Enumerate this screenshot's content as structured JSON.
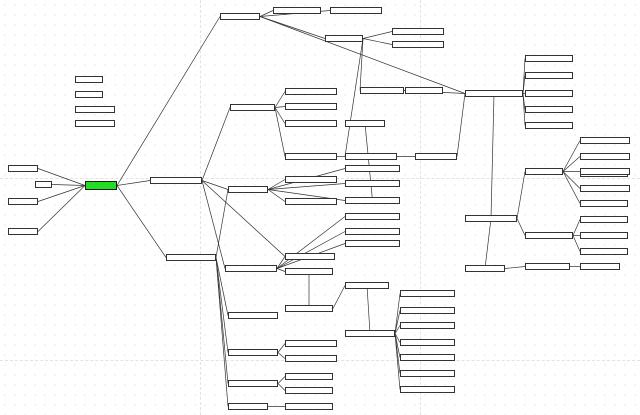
{
  "diagram": {
    "root_color": "#22dd22",
    "nodes": [
      {
        "id": "root",
        "label": "",
        "root": true
      },
      {
        "id": "l1",
        "label": ""
      },
      {
        "id": "l2",
        "label": ""
      },
      {
        "id": "l3",
        "label": ""
      },
      {
        "id": "l4",
        "label": ""
      },
      {
        "id": "u1",
        "label": ""
      },
      {
        "id": "u2",
        "label": ""
      },
      {
        "id": "u3",
        "label": ""
      },
      {
        "id": "u4",
        "label": ""
      },
      {
        "id": "hr",
        "label": ""
      },
      {
        "id": "hr1",
        "label": ""
      },
      {
        "id": "hr2",
        "label": ""
      },
      {
        "id": "hr3",
        "label": ""
      },
      {
        "id": "hr3a",
        "label": ""
      },
      {
        "id": "hr3b",
        "label": ""
      },
      {
        "id": "mid",
        "label": ""
      },
      {
        "id": "midb",
        "label": ""
      },
      {
        "id": "s1",
        "label": ""
      },
      {
        "id": "s2",
        "label": ""
      },
      {
        "id": "s3",
        "label": ""
      },
      {
        "id": "s4",
        "label": ""
      },
      {
        "id": "s5",
        "label": ""
      },
      {
        "id": "s6",
        "label": ""
      },
      {
        "id": "s7",
        "label": ""
      },
      {
        "id": "s8",
        "label": ""
      },
      {
        "id": "s9",
        "label": ""
      },
      {
        "id": "c1",
        "label": ""
      },
      {
        "id": "c1a",
        "label": ""
      },
      {
        "id": "c2",
        "label": ""
      },
      {
        "id": "c3",
        "label": ""
      },
      {
        "id": "bus",
        "label": ""
      },
      {
        "id": "bus2",
        "label": ""
      },
      {
        "id": "bus3",
        "label": ""
      },
      {
        "id": "big",
        "label": ""
      },
      {
        "id": "big1",
        "label": ""
      },
      {
        "id": "big2",
        "label": ""
      },
      {
        "id": "big3",
        "label": ""
      },
      {
        "id": "big4",
        "label": ""
      },
      {
        "id": "big5",
        "label": ""
      },
      {
        "id": "grp1",
        "label": ""
      },
      {
        "id": "grp2",
        "label": ""
      },
      {
        "id": "grp2a",
        "label": ""
      },
      {
        "id": "g1",
        "label": ""
      },
      {
        "id": "g2",
        "label": ""
      },
      {
        "id": "g3",
        "label": ""
      },
      {
        "id": "g4",
        "label": ""
      },
      {
        "id": "g5",
        "label": ""
      },
      {
        "id": "g6",
        "label": ""
      },
      {
        "id": "g7",
        "label": ""
      },
      {
        "id": "g8",
        "label": ""
      },
      {
        "id": "g9",
        "label": ""
      },
      {
        "id": "g10",
        "label": ""
      },
      {
        "id": "g11",
        "label": ""
      },
      {
        "id": "g12",
        "label": ""
      },
      {
        "id": "bt",
        "label": ""
      },
      {
        "id": "bt1",
        "label": ""
      },
      {
        "id": "bt2",
        "label": ""
      },
      {
        "id": "bt3",
        "label": ""
      },
      {
        "id": "bt4",
        "label": ""
      },
      {
        "id": "bt5",
        "label": ""
      },
      {
        "id": "bt6",
        "label": ""
      },
      {
        "id": "bt7",
        "label": ""
      },
      {
        "id": "bt8",
        "label": ""
      },
      {
        "id": "bt9",
        "label": ""
      },
      {
        "id": "bt10",
        "label": ""
      },
      {
        "id": "m1",
        "label": ""
      },
      {
        "id": "m2",
        "label": ""
      },
      {
        "id": "m3",
        "label": ""
      },
      {
        "id": "m3a",
        "label": ""
      },
      {
        "id": "m3b",
        "label": ""
      },
      {
        "id": "m4",
        "label": ""
      },
      {
        "id": "m4a",
        "label": ""
      },
      {
        "id": "m4b",
        "label": ""
      },
      {
        "id": "m5",
        "label": ""
      },
      {
        "id": "m5a",
        "label": ""
      },
      {
        "id": "r1",
        "label": ""
      },
      {
        "id": "r1a",
        "label": ""
      },
      {
        "id": "r2",
        "label": ""
      },
      {
        "id": "r3",
        "label": ""
      },
      {
        "id": "r4",
        "label": ""
      },
      {
        "id": "r5",
        "label": ""
      },
      {
        "id": "r6",
        "label": ""
      },
      {
        "id": "r7",
        "label": ""
      },
      {
        "id": "ra",
        "label": ""
      },
      {
        "id": "rb",
        "label": ""
      }
    ]
  }
}
